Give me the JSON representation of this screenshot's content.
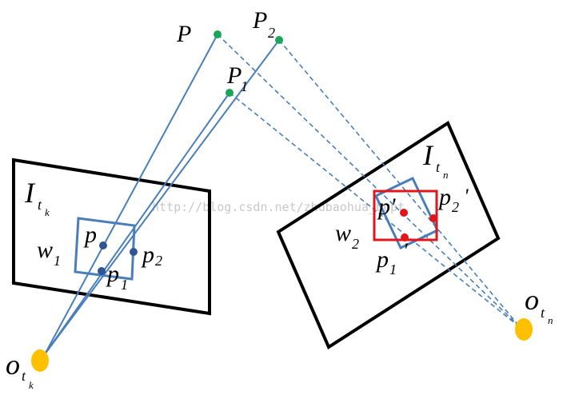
{
  "labels": {
    "P": "P",
    "P2": "P",
    "P2_sub": "2",
    "P1": "P",
    "P1_sub": "1",
    "I_left": "I",
    "I_left_sub": "t",
    "I_left_subsub": "k",
    "I_right": "I",
    "I_right_sub": "t",
    "I_right_subsub": "n",
    "w1": "w",
    "w1_sub": "1",
    "w2": "w",
    "w2_sub": "2",
    "p": "p",
    "p1": "p",
    "p1_sub": "1",
    "p2": "p",
    "p2_sub": "2",
    "p_prime": "p'",
    "p1_prime": "p",
    "p1_prime_sub": "1",
    "p1_prime_mark": "'",
    "p2_prime": "p",
    "p2_prime_sub": "2",
    "p2_prime_mark": "'",
    "o_left": "o",
    "o_left_sub": "t",
    "o_left_subsub": "k",
    "o_right": "o",
    "o_right_sub": "t",
    "o_right_subsub": "n"
  },
  "watermark": "http://blog.csdn.net/zhubaohua_bupt",
  "colors": {
    "ray": "#4a7ebb",
    "frame": "#000000",
    "window": "#4a7ebb",
    "window_red": "#e0161b",
    "point_green": "#1aa65a",
    "point_blue": "#2f5597",
    "point_red": "#e0161b",
    "camera": "#ffc000"
  }
}
